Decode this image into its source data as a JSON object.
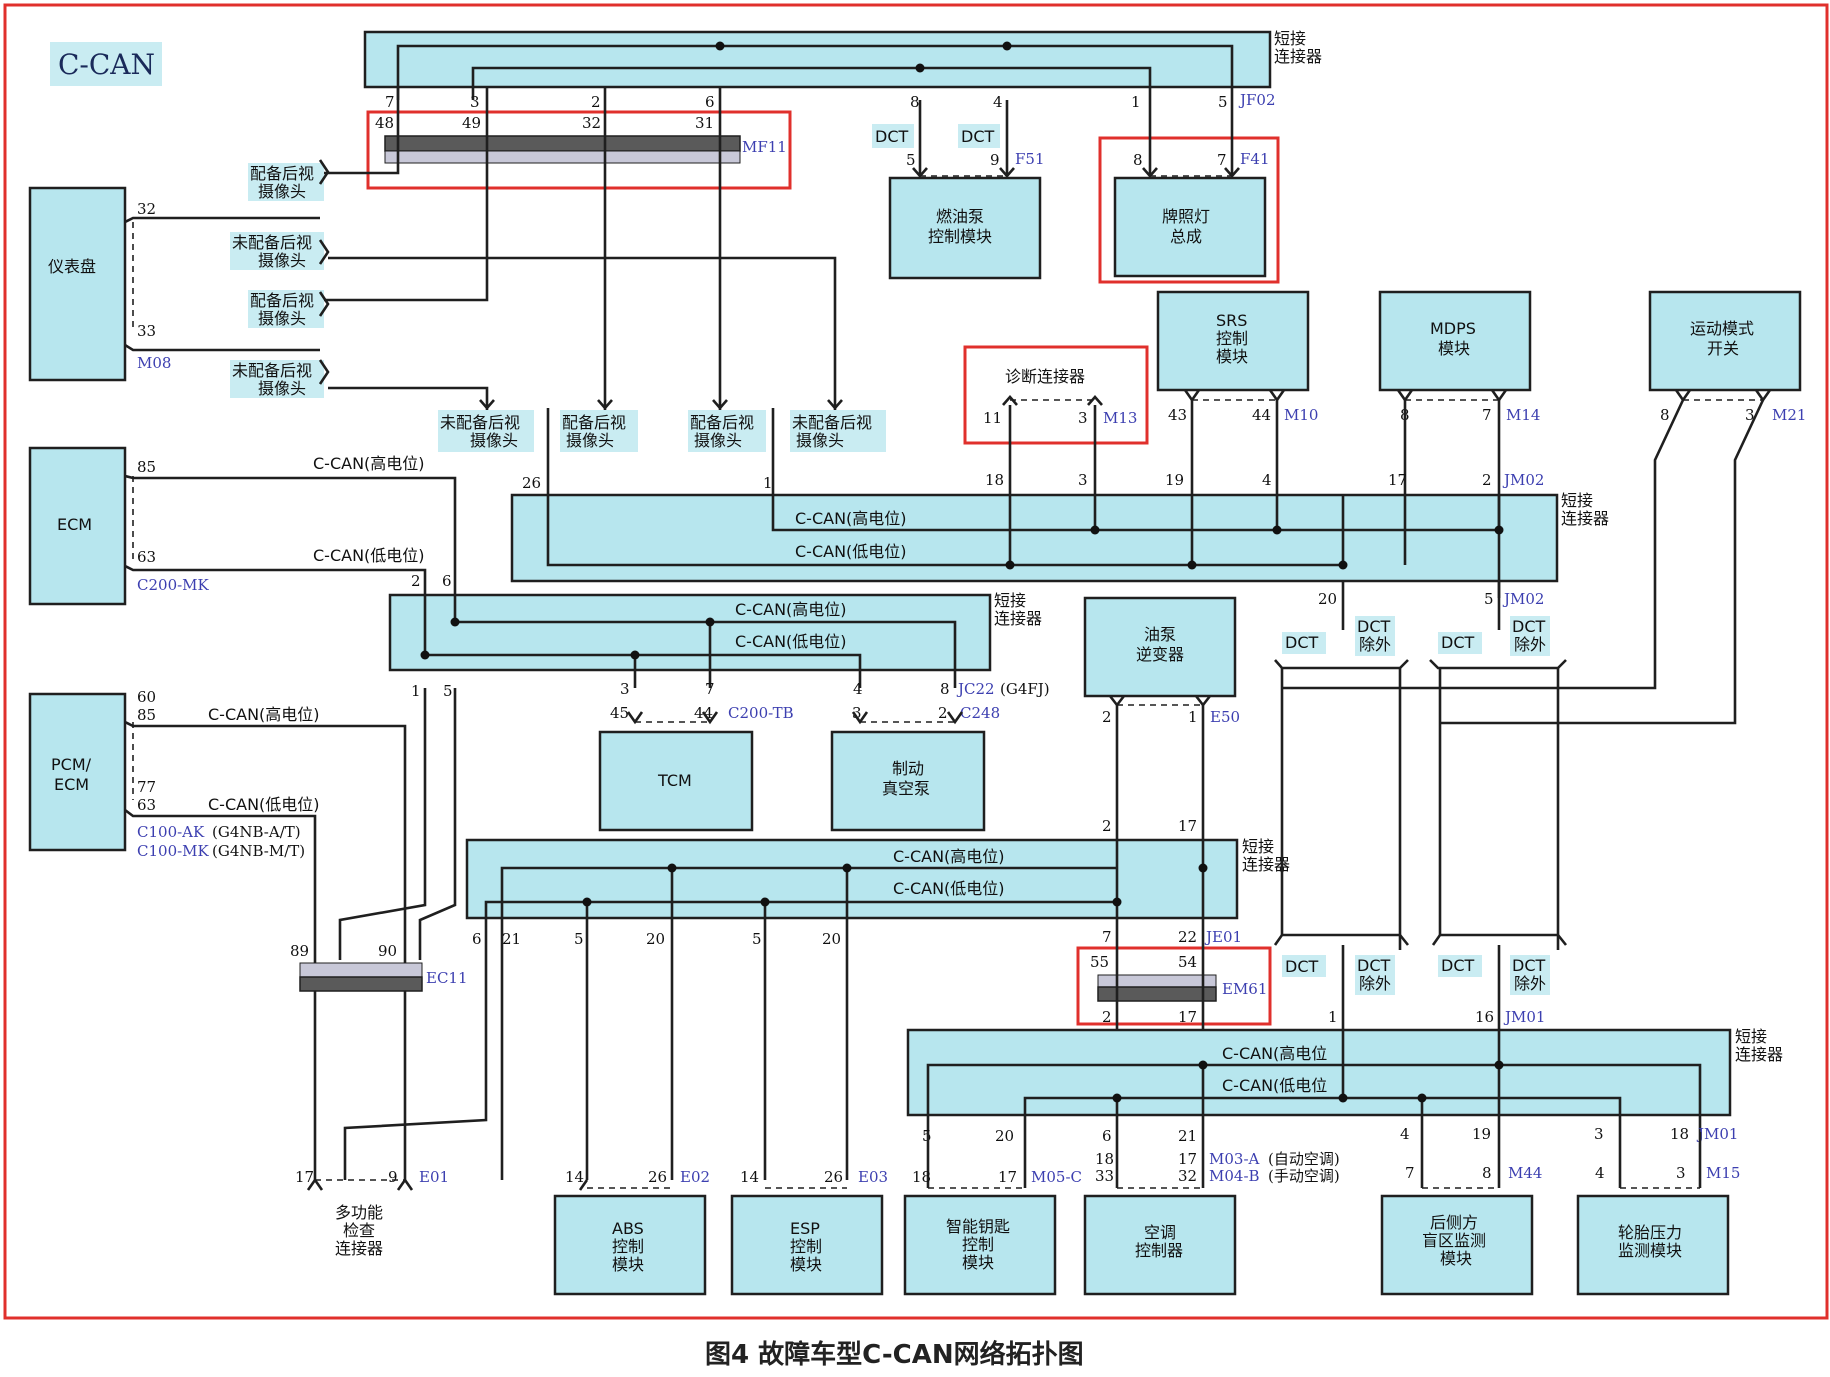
{
  "diagram_title": "C-CAN",
  "caption": "图4 故障车型C-CAN网络拓扑图",
  "colors": {
    "module_fill": "#b7e6ee",
    "frame_red": "#e0302c",
    "code_blue": "#3c3fb0"
  },
  "modules": {
    "cluster": "仪表盘",
    "ecm": "ECM",
    "pcm_ecm_1": "PCM/",
    "pcm_ecm_2": "ECM",
    "fuel_pump_ctrl_1": "燃油泵",
    "fuel_pump_ctrl_2": "控制模块",
    "license_lamp_1": "牌照灯",
    "license_lamp_2": "总成",
    "srs_1": "SRS",
    "srs_2": "控制",
    "srs_3": "模块",
    "mdps_1": "MDPS",
    "mdps_2": "模块",
    "sport_1": "运动模式",
    "sport_2": "开关",
    "diag": "诊断连接器",
    "oil_inv_1": "油泵",
    "oil_inv_2": "逆变器",
    "tcm": "TCM",
    "vacuum_1": "制动",
    "vacuum_2": "真空泵",
    "abs_1": "ABS",
    "abs_2": "控制",
    "abs_3": "模块",
    "esp_1": "ESP",
    "esp_2": "控制",
    "esp_3": "模块",
    "smartkey_1": "智能钥匙",
    "smartkey_2": "控制",
    "smartkey_3": "模块",
    "ac_1": "空调",
    "ac_2": "控制器",
    "bsd_1": "后侧方",
    "bsd_2": "盲区监测",
    "bsd_3": "模块",
    "tpms_1": "轮胎压力",
    "tpms_2": "监测模块",
    "multi_1": "多功能",
    "multi_2": "检查",
    "multi_3": "连接器"
  },
  "joint": {
    "line1": "短接",
    "line2": "连接器"
  },
  "bus": {
    "high": "C-CAN(高电位)",
    "low": "C-CAN(低电位)",
    "high2": "C-CAN(高电位",
    "low2": "C-CAN(低电位"
  },
  "options": {
    "with_cam_1": "配备后视",
    "with_cam_2": "摄像头",
    "without_cam_1": "未配备后视",
    "without_cam_2": "摄像头",
    "dct": "DCT",
    "dct_ex_1": "DCT",
    "dct_ex_2": "除外"
  },
  "codes": {
    "jf02": "JF02",
    "mf11": "MF11",
    "f51": "F51",
    "f41": "F41",
    "m08": "M08",
    "m13": "M13",
    "m10": "M10",
    "m14": "M14",
    "m21": "M21",
    "jm02": "JM02",
    "c200mk": "C200-MK",
    "jc22": "JC22",
    "jc22_note": "(G4FJ)",
    "c200tb": "C200-TB",
    "c248": "C248",
    "e50": "E50",
    "c100ak": "C100-AK",
    "c100ak_note": "(G4NB-A/T)",
    "c100mk": "C100-MK",
    "c100mk_note": "(G4NB-M/T)",
    "ec11": "EC11",
    "je01": "JE01",
    "em61": "EM61",
    "jm01": "JM01",
    "e01": "E01",
    "e02": "E02",
    "e03": "E03",
    "m05c": "M05-C",
    "m03a": "M03-A",
    "m03a_note": "(自动空调)",
    "m04b": "M04-B",
    "m04b_note": "(手动空调)",
    "m44": "M44",
    "m15": "M15"
  }
}
